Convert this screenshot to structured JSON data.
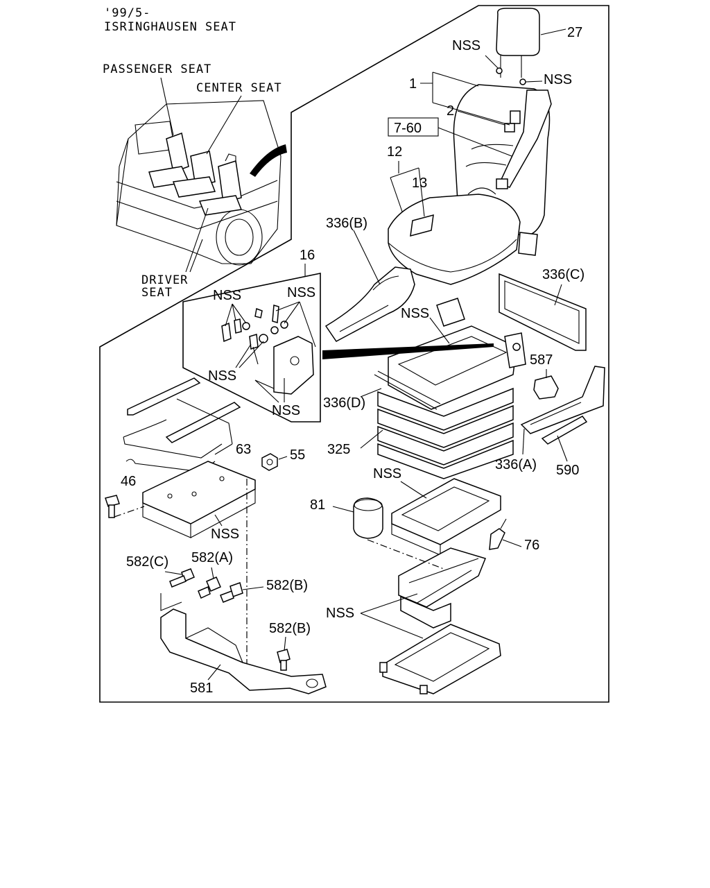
{
  "header": {
    "date_code": "'99/5-",
    "title": "ISRINGHAUSEN SEAT"
  },
  "locator": {
    "passenger_seat": "PASSENGER SEAT",
    "center_seat": "CENTER SEAT",
    "driver_seat_line1": "DRIVER",
    "driver_seat_line2": "SEAT"
  },
  "callouts": {
    "p27": "27",
    "p1": "1",
    "p2": "2",
    "p7_60": "7-60",
    "p12": "12",
    "p13": "13",
    "p16": "16",
    "p336b": "336(B)",
    "p336c": "336(C)",
    "p336d": "336(D)",
    "p336a": "336(A)",
    "p325": "325",
    "p587": "587",
    "p590": "590",
    "p63": "63",
    "p55": "55",
    "p46": "46",
    "p81": "81",
    "p76": "76",
    "p582c": "582(C)",
    "p582a": "582(A)",
    "p582b_1": "582(B)",
    "p582b_2": "582(B)",
    "p581": "581",
    "nss": "NSS"
  }
}
